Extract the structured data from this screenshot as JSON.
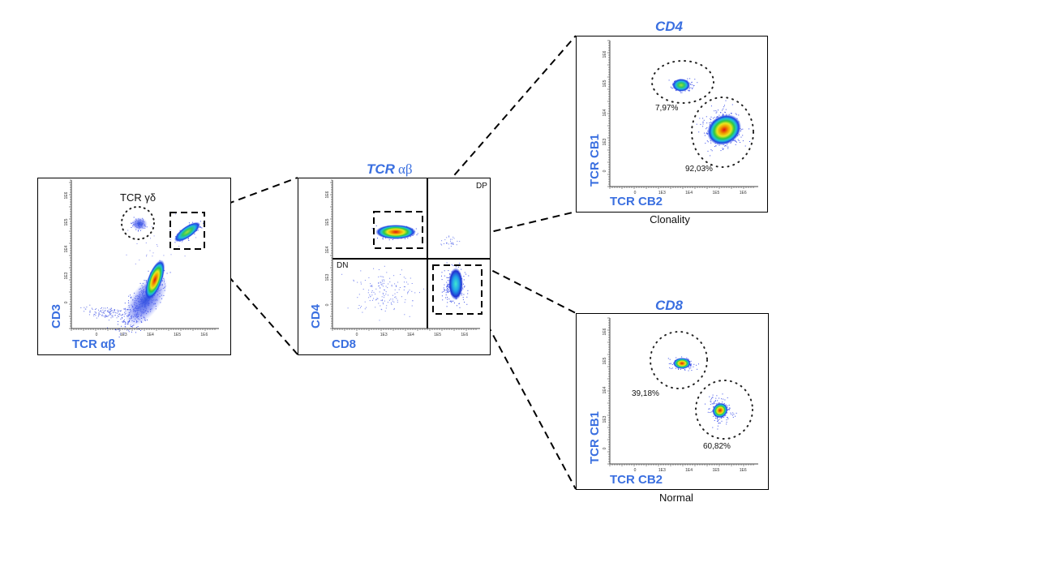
{
  "colors": {
    "accent": "#3a6fe0"
  },
  "ticks": {
    "x": [
      "0",
      "1E3",
      "1E4",
      "1E5",
      "1E6"
    ],
    "y": [
      "0",
      "1E3",
      "1E4",
      "1E5",
      "1E6"
    ]
  },
  "panel1": {
    "x_label": "TCR αβ",
    "y_label": "CD3",
    "gate_label": "TCR γδ"
  },
  "panel2": {
    "title_bold": "TCR",
    "title_greek": "αβ",
    "x_label": "CD8",
    "y_label": "CD4",
    "q_dp": "DP",
    "q_dn": "DN"
  },
  "panel3": {
    "title": "CD4",
    "x_label": "TCR CB2",
    "y_label": "TCR CB1",
    "gate1_pct": "7,97%",
    "gate2_pct": "92,03%",
    "caption": "Clonality"
  },
  "panel4": {
    "title": "CD8",
    "x_label": "TCR CB2",
    "y_label": "TCR CB1",
    "gate1_pct": "39,18%",
    "gate2_pct": "60,82%",
    "caption": "Normal"
  }
}
